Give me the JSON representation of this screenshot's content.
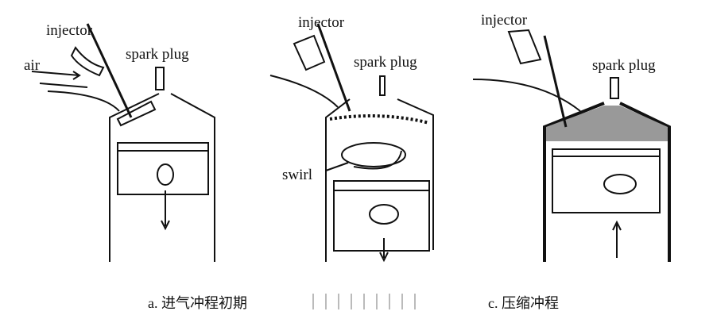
{
  "labels": {
    "a_injector": "injector",
    "a_air": "air",
    "a_spark": "spark plug",
    "b_injector": "injector",
    "b_spark": "spark plug",
    "b_swirl": "swirl",
    "c_injector": "injector",
    "c_spark": "spark plug"
  },
  "captions": {
    "a": "a. 进气冲程初期",
    "c": "c. 压缩冲程"
  }
}
